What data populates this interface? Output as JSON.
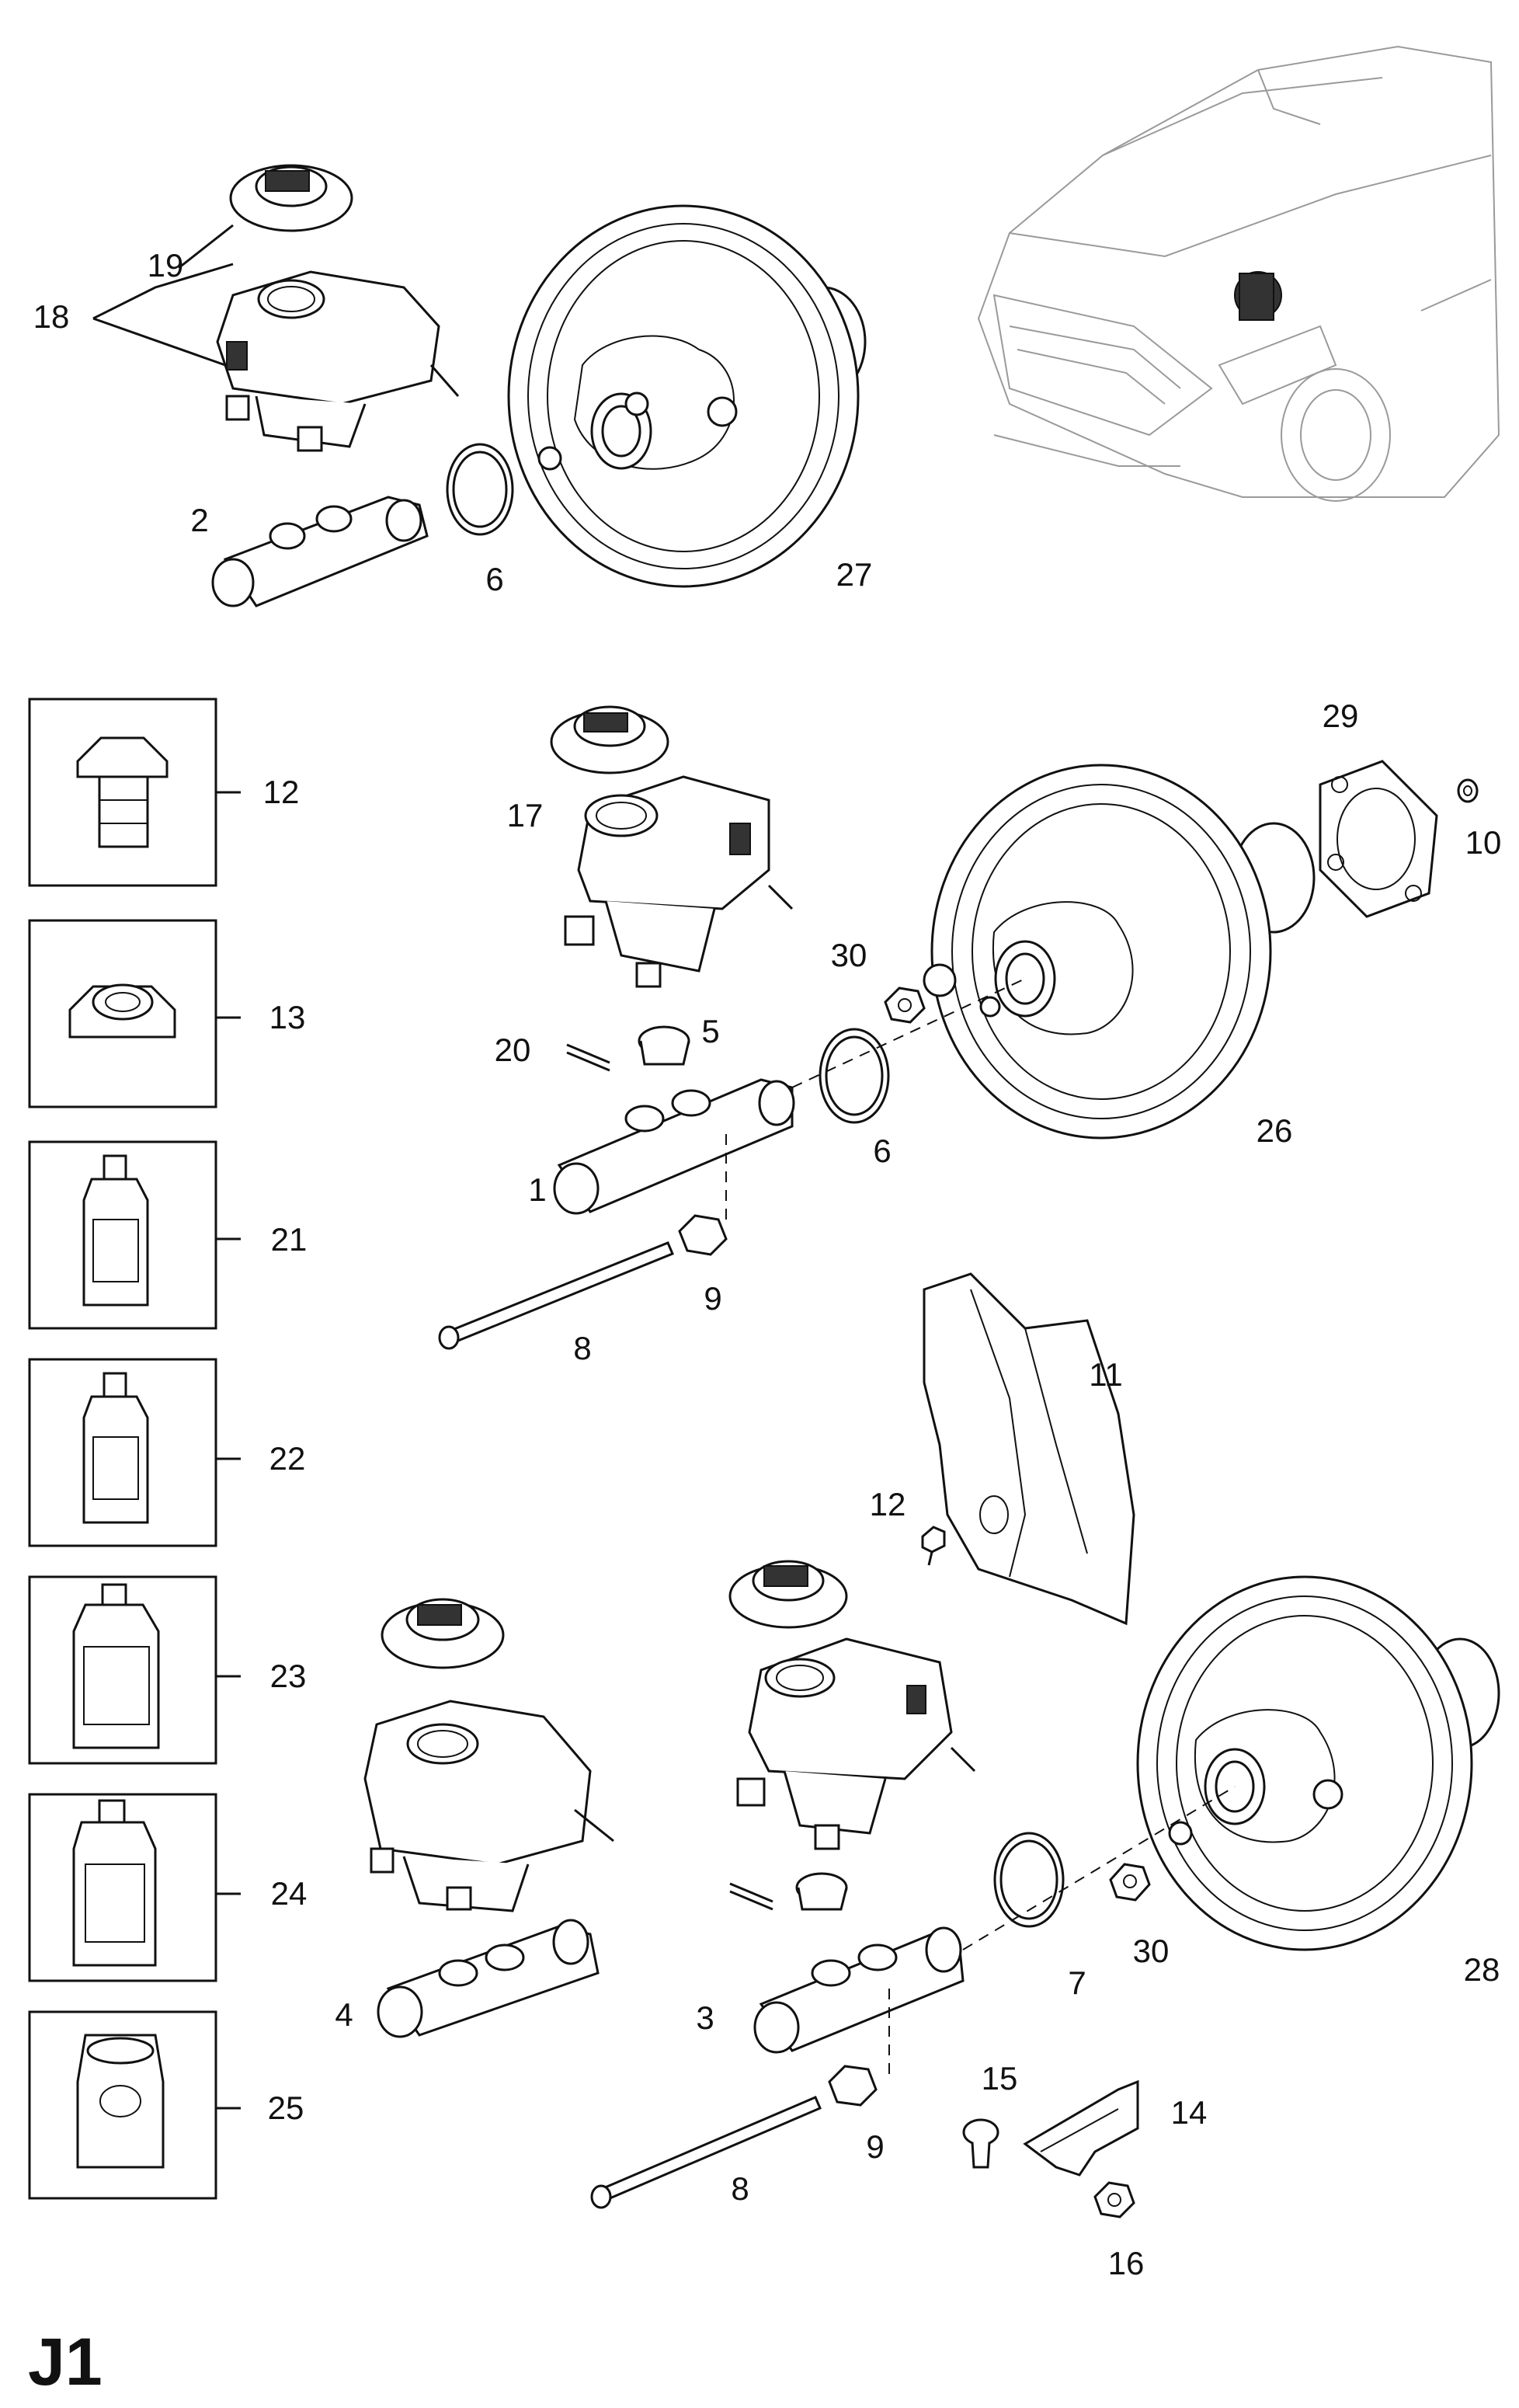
{
  "sheet_label": "J1",
  "callouts": {
    "c1": "1",
    "c2": "2",
    "c3": "3",
    "c4": "4",
    "c5": "5",
    "c6a": "6",
    "c6b": "6",
    "c7": "7",
    "c8a": "8",
    "c8b": "8",
    "c9a": "9",
    "c9b": "9",
    "c10": "10",
    "c11": "11",
    "c12a": "12",
    "c12b": "12",
    "c13": "13",
    "c14": "14",
    "c15": "15",
    "c16": "16",
    "c17": "17",
    "c18": "18",
    "c19": "19",
    "c20": "20",
    "c21": "21",
    "c22": "22",
    "c23": "23",
    "c24": "24",
    "c25": "25",
    "c26": "26",
    "c27": "27",
    "c28": "28",
    "c29": "29",
    "c30a": "30",
    "c30b": "30"
  }
}
